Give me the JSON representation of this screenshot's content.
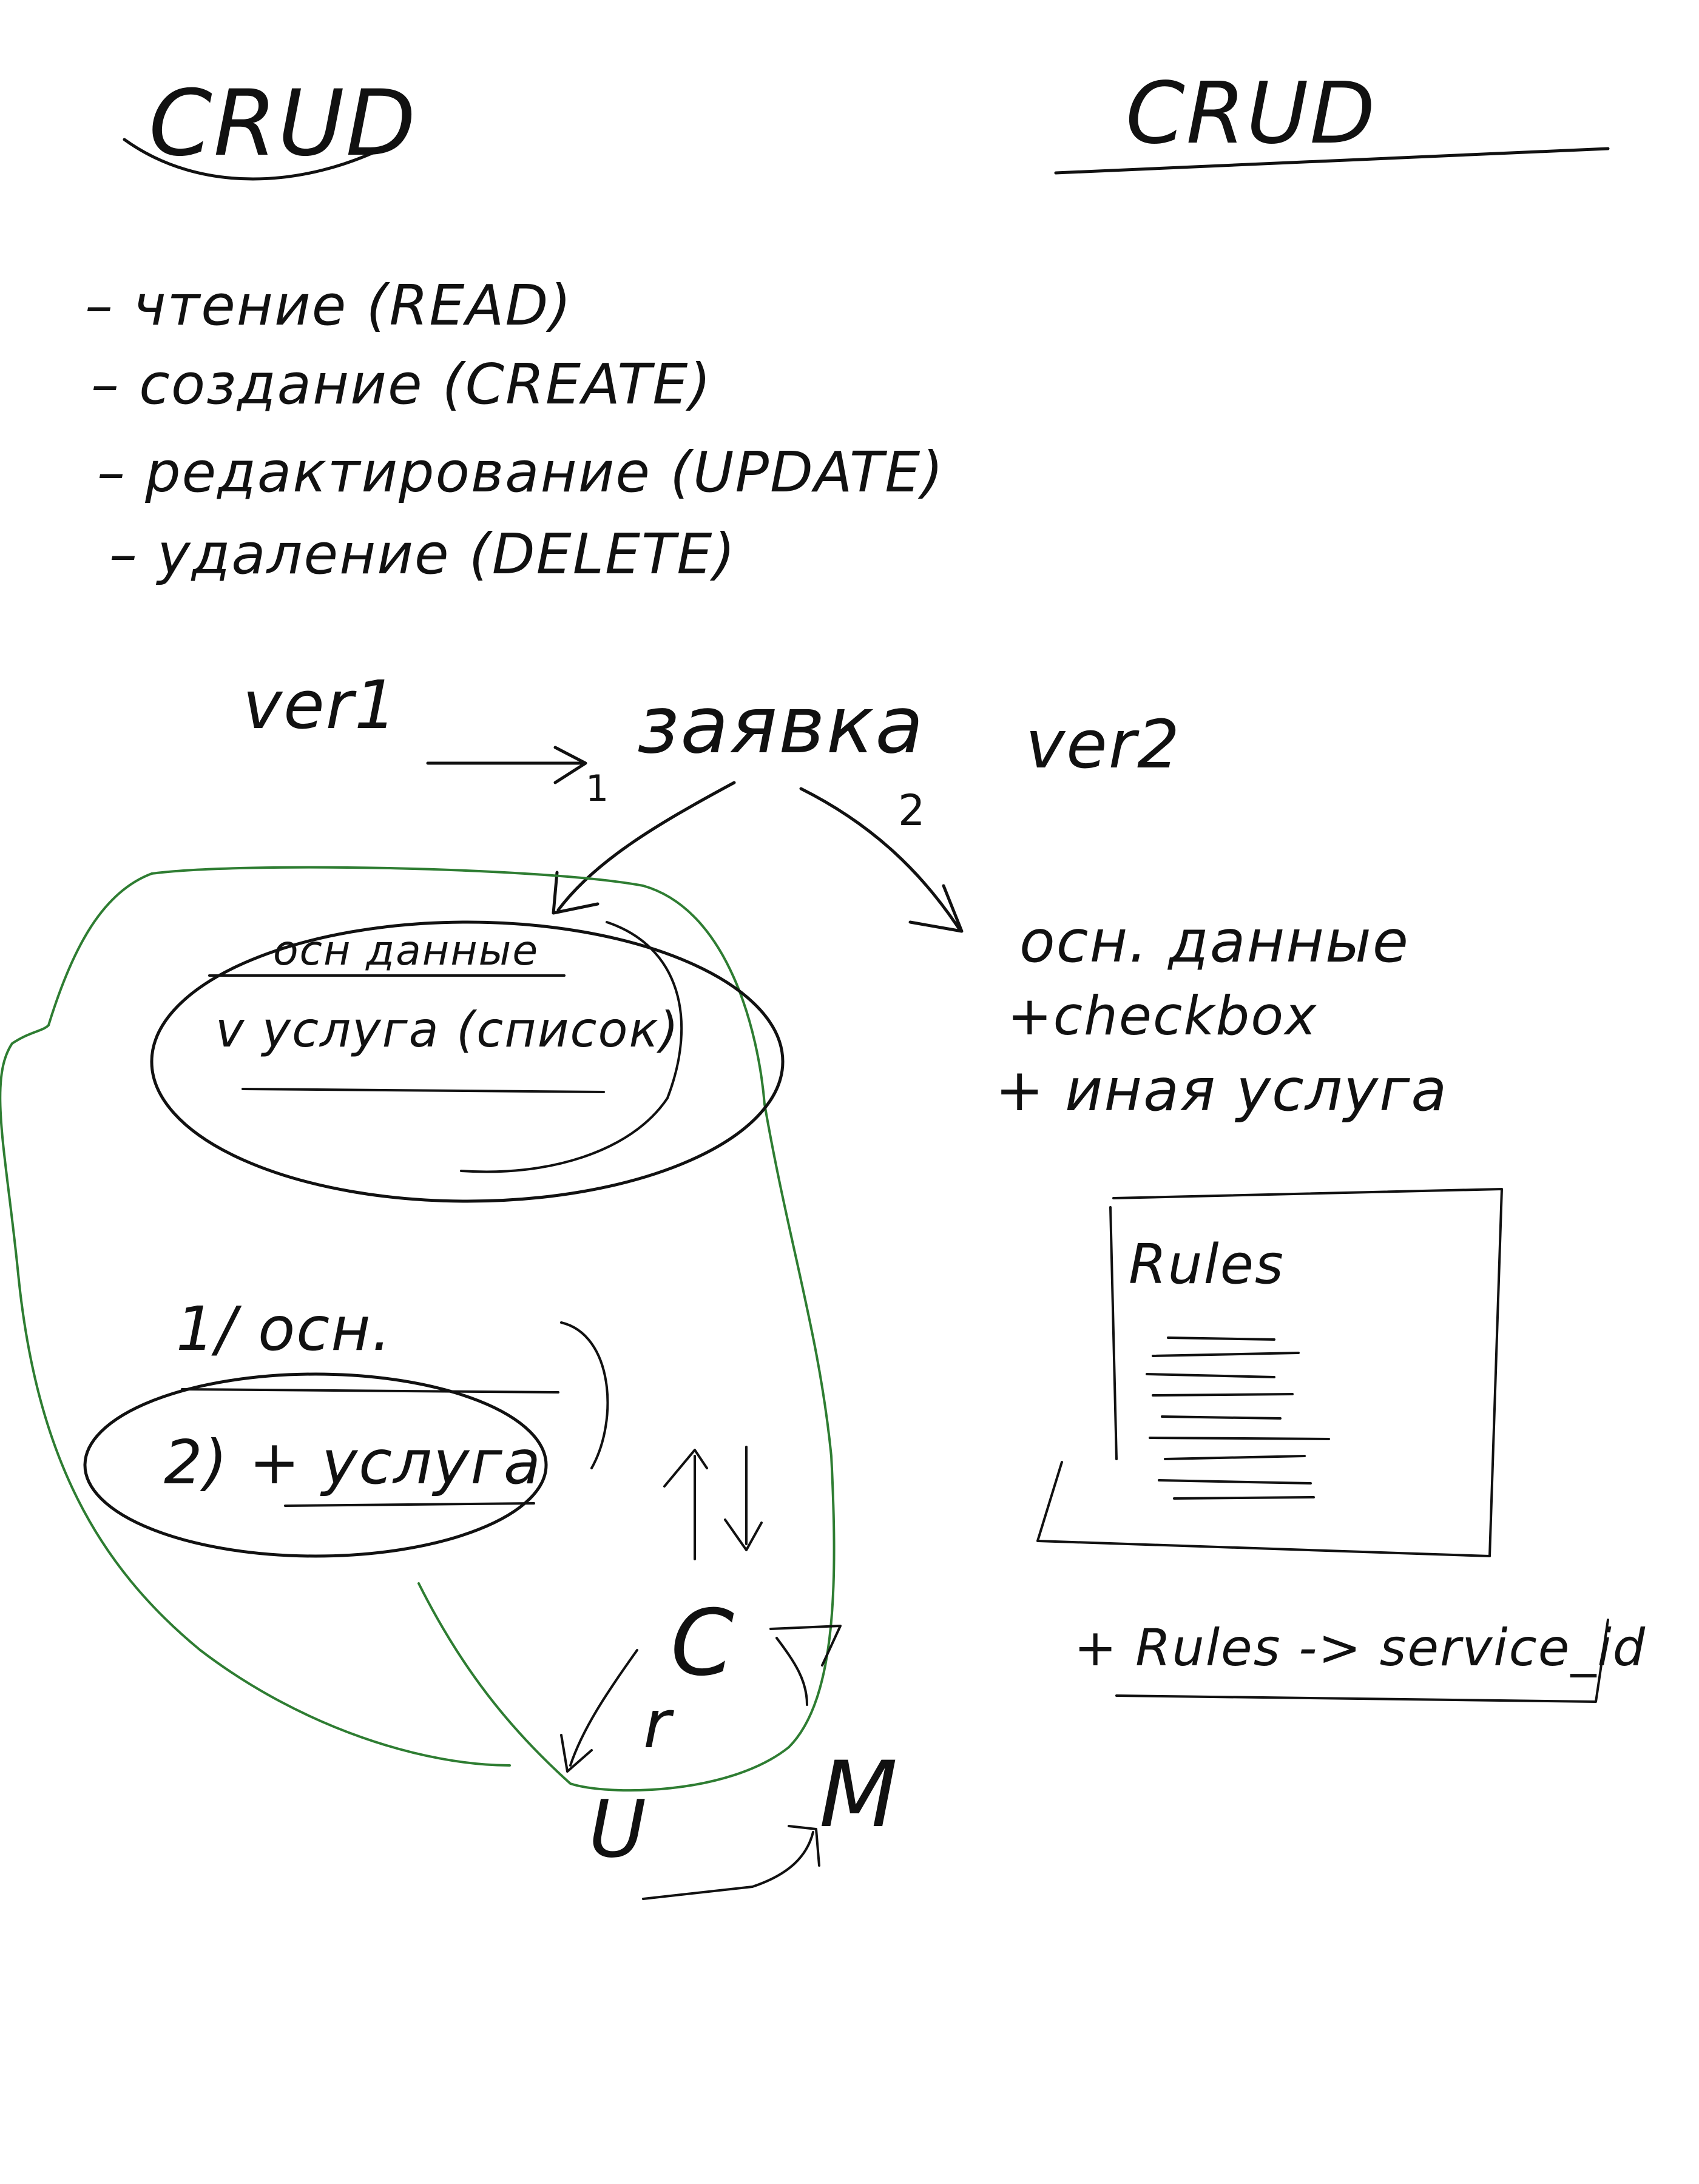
{
  "left_title": "CRUD",
  "right_title": "CRUD",
  "crud_list": [
    "– чтение (READ)",
    "– создание (CREATE)",
    "– редактирование (UPDATE)",
    "– удаление (DELETE)"
  ],
  "ver1_label": "ver1",
  "request_label": "заявка",
  "ver2_label": "ver2",
  "arrow_1": "1",
  "arrow_2": "2",
  "form_v1": {
    "main_data": "осн данные",
    "service_list": "v услуга (список)"
  },
  "steps": {
    "step1": "1/ осн.",
    "step2": "2) + услуга"
  },
  "ver2_items": [
    "осн. данные",
    "+checkbox",
    "+ иная услуга"
  ],
  "rules_title": "Rules",
  "rules_note": "+ Rules -> service_id",
  "cycle_letters": {
    "c": "C",
    "r": "r",
    "u": "U",
    "m": "M"
  },
  "colors": {
    "ink": "#111111",
    "green_outline": "#2e7d32"
  }
}
